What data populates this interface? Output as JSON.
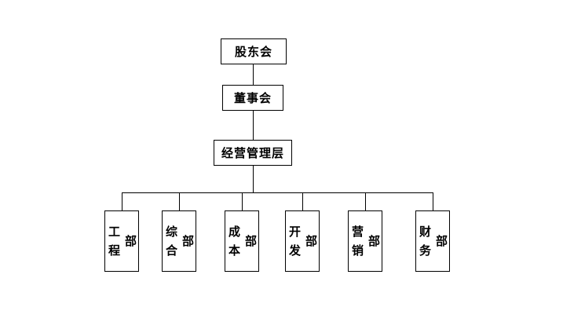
{
  "org_chart": {
    "levels": [
      {
        "label": "股东会"
      },
      {
        "label": "董事会"
      },
      {
        "label": "经营管理层"
      }
    ],
    "departments": [
      {
        "label": "工程部"
      },
      {
        "label": "综合部"
      },
      {
        "label": "成本部"
      },
      {
        "label": "开发部"
      },
      {
        "label": "营销部"
      },
      {
        "label": "财务部"
      }
    ],
    "colors": {
      "line": "#000000",
      "box_border": "#000000",
      "box_fill": "#ffffff",
      "text": "#000000",
      "background": "#ffffff"
    }
  }
}
